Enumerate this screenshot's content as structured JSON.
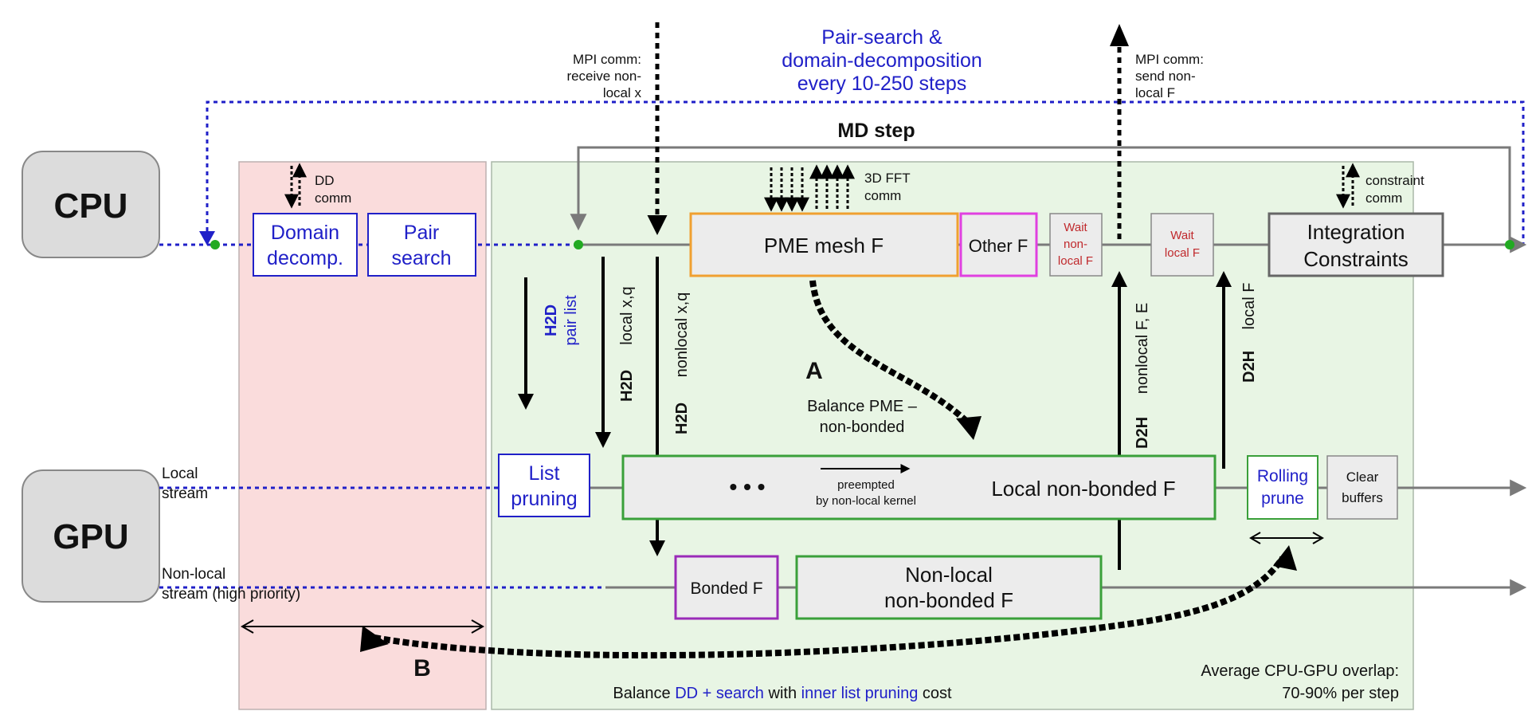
{
  "labels": {
    "cpu": "CPU",
    "gpu": "GPU",
    "local_stream_1": "Local",
    "local_stream_2": "stream",
    "nonlocal_stream_1": "Non-local",
    "nonlocal_stream_2": "stream (high priority)",
    "pair_search_note_1": "Pair-search &",
    "pair_search_note_2": "domain-decomposition",
    "pair_search_note_3": "every 10-250 steps",
    "mpi_recv_1": "MPI comm:",
    "mpi_recv_2": "receive non-",
    "mpi_recv_3": "local x",
    "mpi_send_1": "MPI comm:",
    "mpi_send_2": "send non-",
    "mpi_send_3": "local F",
    "md_step": "MD step",
    "dd_comm_1": "DD",
    "dd_comm_2": "comm",
    "fft_comm_1": "3D FFT",
    "fft_comm_2": "comm",
    "constraint_comm_1": "constraint",
    "constraint_comm_2": "comm",
    "domain_decomp_1": "Domain",
    "domain_decomp_2": "decomp.",
    "pair_search_1": "Pair",
    "pair_search_2": "search",
    "pme_mesh": "PME mesh F",
    "other_f": "Other F",
    "wait_nonlocal_1": "Wait",
    "wait_nonlocal_2": "non-",
    "wait_nonlocal_3": "local F",
    "wait_local_1": "Wait",
    "wait_local_2": "local F",
    "integration": "Integration",
    "constraints": "Constraints",
    "h2d_bold": "H2D",
    "h2d_pairlist": "pair list",
    "h2d_local_bold": "H2D",
    "h2d_local": "local x,q",
    "h2d_nonlocal_bold": "H2D",
    "h2d_nonlocal": "nonlocal x,q",
    "d2h_nonlocal_bold": "D2H",
    "d2h_nonlocal": "nonlocal F, E",
    "d2h_local_bold": "D2H",
    "d2h_local": "local F",
    "label_a": "A",
    "balance_pme_1": "Balance PME –",
    "balance_pme_2": "non-bonded",
    "list_pruning_1": "List",
    "list_pruning_2": "pruning",
    "ellipsis": "• • •",
    "preempted_1": "preempted",
    "preempted_2": "by non-local kernel",
    "local_nonbonded": "Local non-bonded F",
    "rolling_prune_1": "Rolling",
    "rolling_prune_2": "prune",
    "clear_buffers_1": "Clear",
    "clear_buffers_2": "buffers",
    "bonded_f": "Bonded F",
    "nonlocal_nonbonded_1": "Non-local",
    "nonlocal_nonbonded_2": "non-bonded F",
    "label_b": "B",
    "balance_dd_pre": "Balance ",
    "balance_dd_blue1": "DD + search",
    "balance_dd_mid": " with ",
    "balance_dd_blue2": "inner list pruning",
    "balance_dd_post": " cost",
    "overlap_1": "Average CPU-GPU overlap:",
    "overlap_2": "70-90% per step"
  },
  "colors": {
    "blue": "#2020c8",
    "red": "#c0282c",
    "gray_line": "#7a7a7a",
    "pink_region": "#fadcdc",
    "green_region": "#e8f5e4",
    "box_fill": "#ececec",
    "green_node": "#22aa22",
    "orange_border": "#f0a030",
    "magenta_border": "#e040e0",
    "purple_border": "#9a2ab8",
    "green_border": "#3aa03a"
  }
}
